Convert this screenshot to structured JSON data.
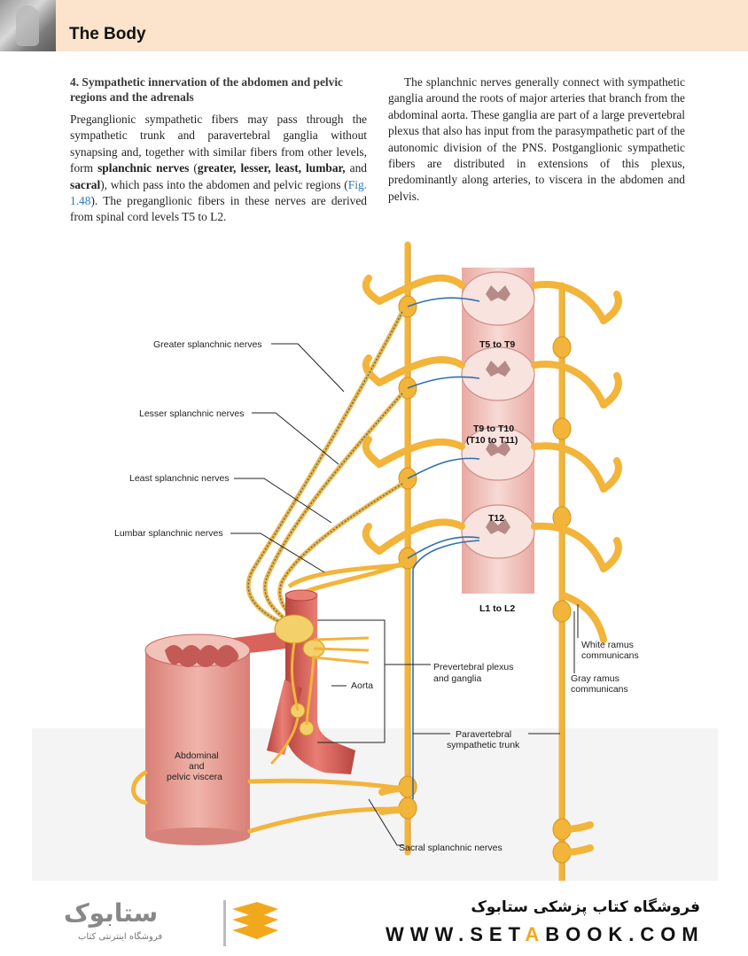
{
  "header": {
    "title": "The Body"
  },
  "left_column": {
    "heading": "4.  Sympathetic innervation of the abdomen and pelvic regions and the adrenals",
    "t1": "Preganglionic sympathetic fibers may pass through the sympathetic trunk and paravertebral ganglia without synapsing and, together with similar fibers from other levels, form ",
    "t2": "splanchnic nerves",
    "t3": " (",
    "t4": "greater, lesser, least, lumbar,",
    "t5": " and ",
    "t6": "sacral",
    "t7": "), which pass into the abdomen and pelvic regions (",
    "fig_ref": "Fig. 1.48",
    "t8": "). The preganglionic fibers in these nerves are derived from spinal cord levels T5 to L2."
  },
  "right_column": {
    "text": "The splanchnic nerves generally connect with sympathetic ganglia around the roots of major arteries that branch from the abdominal aorta. These ganglia are part of a large prevertebral plexus that also has input from the parasympathetic part of the autonomic division of the PNS. Postganglionic sympathetic fibers are distributed in extensions of this plexus, predominantly along arteries, to viscera in the abdomen and pelvis."
  },
  "figure": {
    "labels": {
      "greater": "Greater splanchnic nerves",
      "lesser": "Lesser splanchnic nerves",
      "least": "Least splanchnic nerves",
      "lumbar": "Lumbar splanchnic nerves",
      "sacral": "Sacral splanchnic nerves",
      "prevertebral_1": "Prevertebral plexus",
      "prevertebral_2": "and ganglia",
      "aorta": "Aorta",
      "viscera_1": "Abdominal",
      "viscera_2": "and",
      "viscera_3": "pelvic viscera",
      "paravertebral_1": "Paravertebral",
      "paravertebral_2": "sympathetic trunk",
      "white_1": "White ramus",
      "white_2": "communicans",
      "gray_1": "Gray ramus",
      "gray_2": "communicans"
    },
    "levels": {
      "a": "T5 to T9",
      "b1": "T9 to T10",
      "b2": "(T10 to T11)",
      "c": "T12",
      "d": "L1 to L2"
    },
    "colors": {
      "nerve": "#f3b43a",
      "nerve_dark": "#d4941f",
      "preganglionic": "#2f6fb0",
      "cord": "#f2c6c0",
      "aorta": "#d9625b",
      "viscera": "#e59a90"
    }
  },
  "footer": {
    "store_fa": "فروشگاه کتاب پزشکی ستابوک",
    "url_a": "WWW.SET",
    "url_o": "A",
    "url_b": "BOOK.COM",
    "logo_text": "ستابوک",
    "logo_sub": "فروشگاه اینترنتی کتاب"
  }
}
